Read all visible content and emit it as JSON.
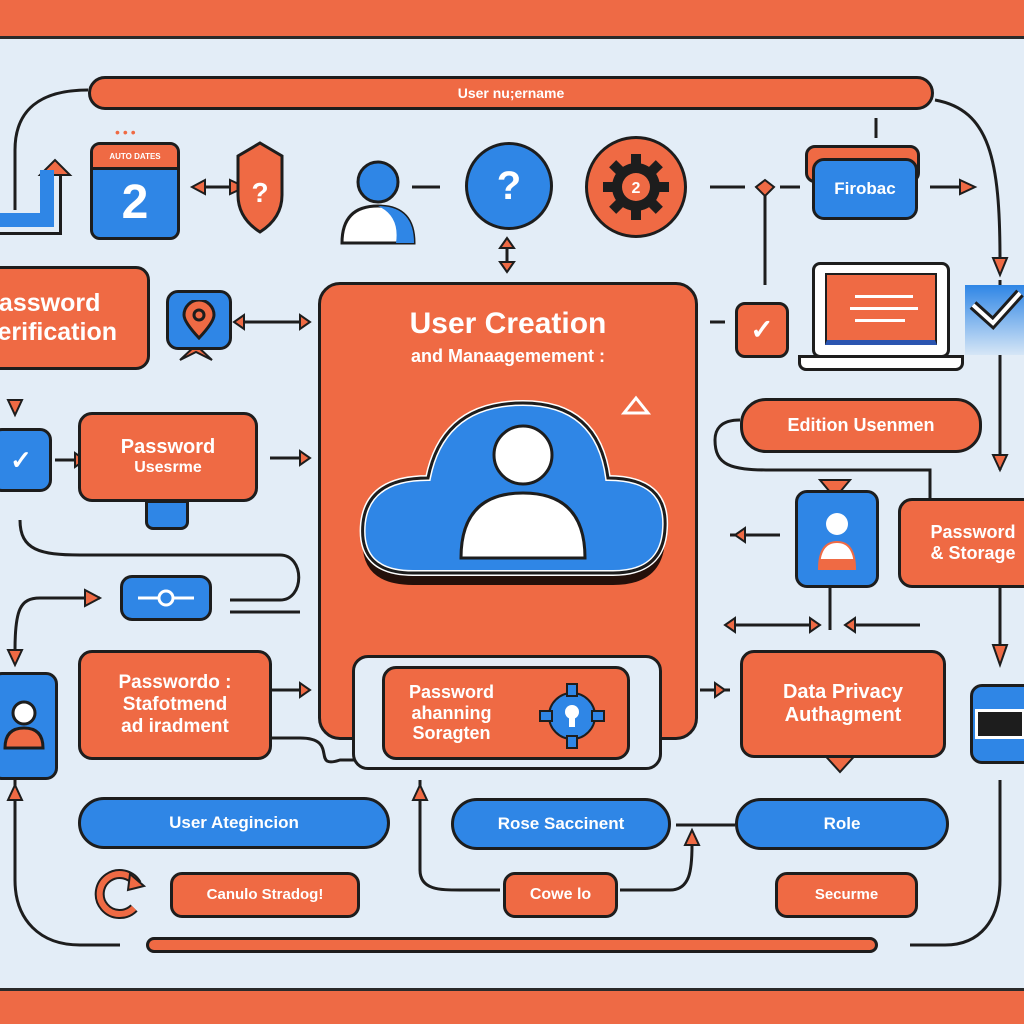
{
  "colors": {
    "accent_orange": "#ef6a44",
    "accent_blue": "#2f86e6",
    "outline": "#1d1d1d",
    "background": "#e3edf7"
  },
  "top_bar": {
    "label": "User nu;ername"
  },
  "central_panel": {
    "title": "User Creation",
    "subtitle": "and Manaagemement :",
    "icon": "cloud-user-icon"
  },
  "top_row": {
    "calendar": {
      "header": "AUTO DATES",
      "value": "2"
    },
    "shield": {
      "glyph": "?"
    },
    "help_circle": {
      "glyph": "?"
    },
    "gear_badge": {
      "glyph": "2"
    },
    "firebase_box": {
      "label": "Firobac"
    }
  },
  "left_column": {
    "password_verification": {
      "line1": "Password",
      "line2": "Verification"
    },
    "password_username": {
      "line1": "Password",
      "line2": "Usesrme"
    },
    "password_statement": {
      "line1": "Passwordo :",
      "line2": "Stafotmend",
      "line3": "ad iradment"
    }
  },
  "right_column": {
    "edition_username": {
      "label": "Edition Usenmen"
    },
    "password_storage": {
      "line1": "Password",
      "line2": "& Storage"
    },
    "data_privacy": {
      "line1": "Data Privacy",
      "line2": "Authagment"
    }
  },
  "center_bottom": {
    "password_ahanning": {
      "line1": "Password",
      "line2": "ahanning",
      "line3": "Soragten"
    }
  },
  "bottom_row": {
    "user_ategincion": {
      "label": "User Ategincion"
    },
    "rose_saccinent": {
      "label": "Rose Saccinent"
    },
    "role": {
      "label": "Role"
    },
    "canulo_stradog": {
      "label": "Canulo Stradog!"
    },
    "cowe_lo": {
      "label": "Cowe lo"
    },
    "securme": {
      "label": "Securme"
    }
  }
}
